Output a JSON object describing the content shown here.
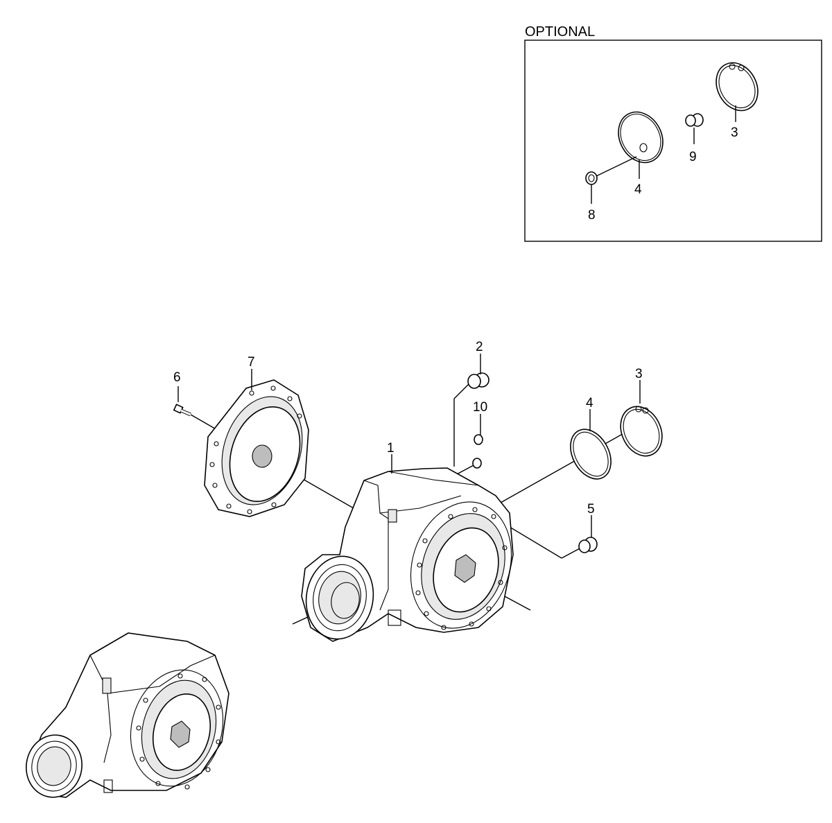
{
  "optional_box": {
    "title": "OPTIONAL"
  },
  "callouts": {
    "c1": "1",
    "c2": "2",
    "c3": "3",
    "c4": "4",
    "c5": "5",
    "c6": "6",
    "c7": "7",
    "c10": "10",
    "opt3": "3",
    "opt4": "4",
    "opt8": "8",
    "opt9": "9"
  }
}
